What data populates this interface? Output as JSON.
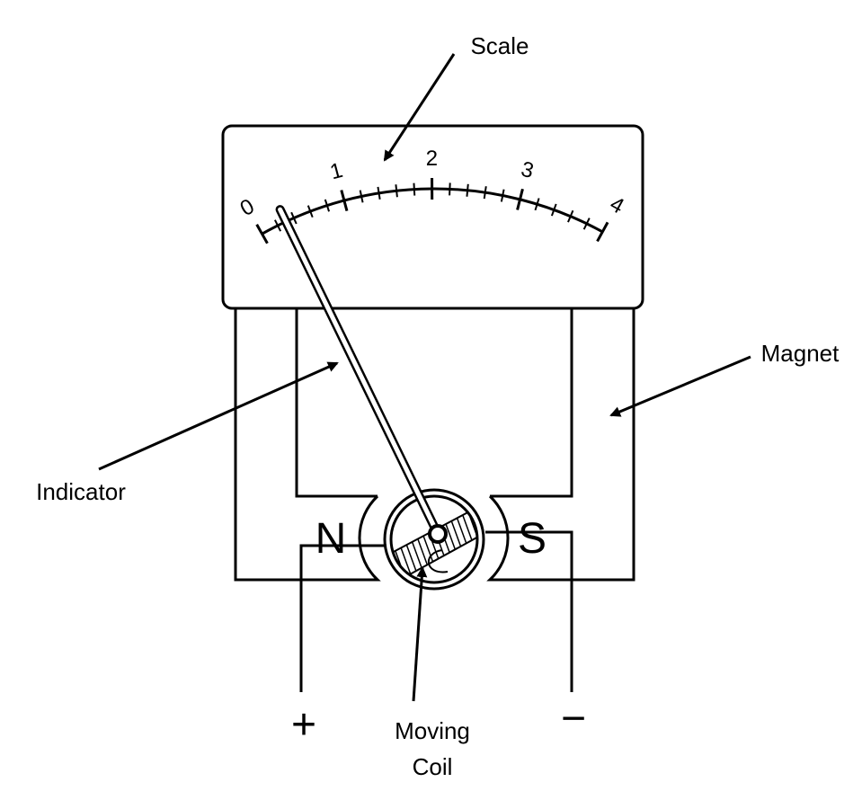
{
  "labels": {
    "scale": "Scale",
    "magnet": "Magnet",
    "indicator": "Indicator",
    "moving_coil_line1": "Moving",
    "moving_coil_line2": "Coil"
  },
  "poles": {
    "north": "N",
    "south": "S"
  },
  "terminals": {
    "positive": "+",
    "negative": "−"
  },
  "scale": {
    "tick_labels": [
      "0",
      "1",
      "2",
      "3",
      "4"
    ],
    "min": 0,
    "max": 4,
    "minor_per_major": 5
  },
  "needle_reading": 0.3
}
